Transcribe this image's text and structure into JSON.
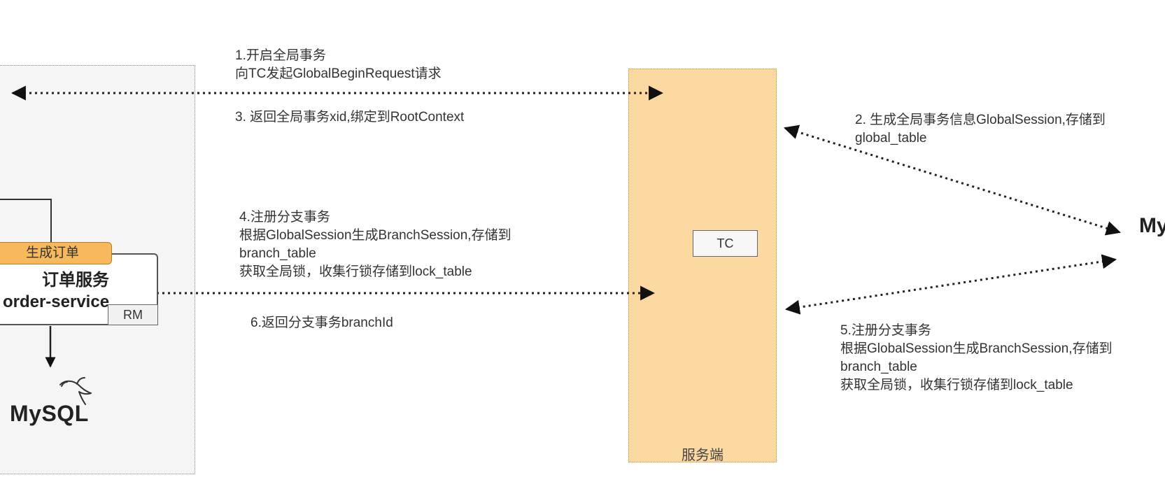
{
  "client": {
    "tag_label": "生成订单",
    "service_name_cn": "订单服务",
    "service_name_en": "order-service",
    "rm_label": "RM",
    "db_label": "MySQL"
  },
  "server": {
    "tc_label": "TC",
    "frame_label": "服务端"
  },
  "right_db": {
    "label": "My"
  },
  "notes": {
    "step1": [
      "1.开启全局事务",
      "向TC发起GlobalBeginRequest请求"
    ],
    "step3": "3. 返回全局事务xid,绑定到RootContext",
    "step4": [
      "4.注册分支事务",
      "根据GlobalSession生成BranchSession,存储到",
      "branch_table",
      "获取全局锁，收集行锁存储到lock_table"
    ],
    "step6": "6.返回分支事务branchId",
    "step2": [
      "2. 生成全局事务信息GlobalSession,存储到",
      "global_table"
    ],
    "step5": [
      "5.注册分支事务",
      "根据GlobalSession生成BranchSession,存储到",
      "branch_table",
      "获取全局锁，收集行锁存储到lock_table"
    ]
  }
}
